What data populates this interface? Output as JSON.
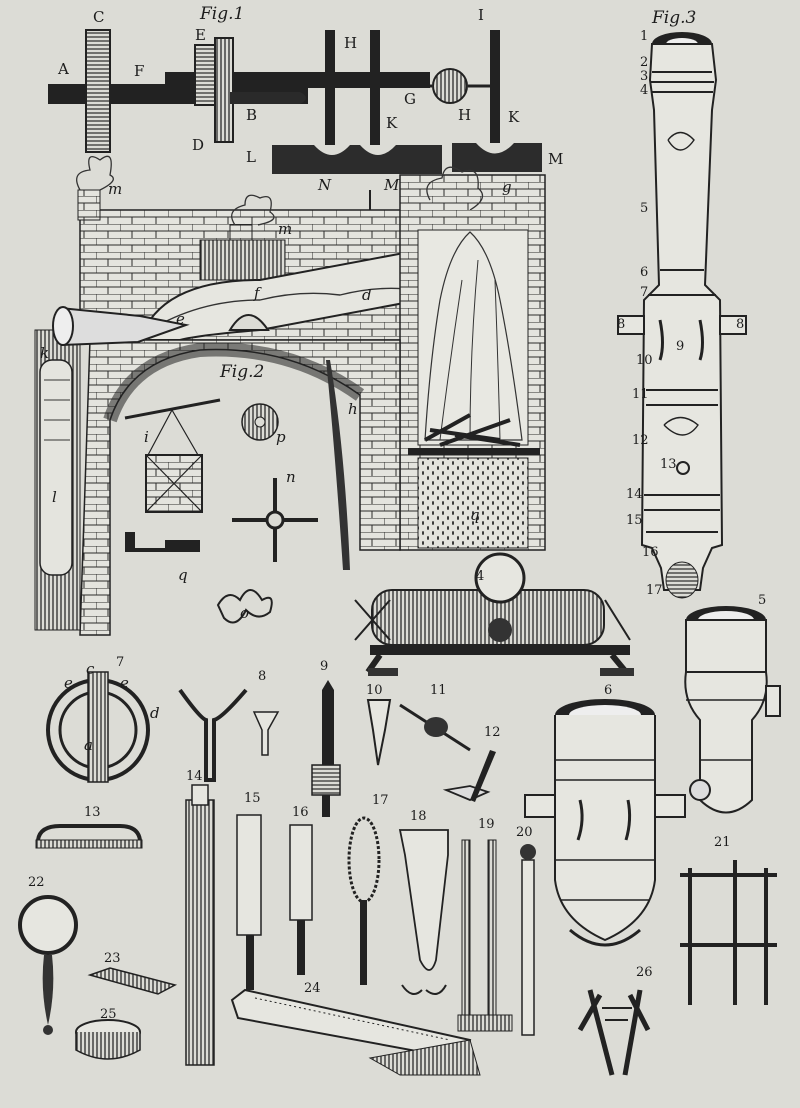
{
  "figure_titles": {
    "fig1": "Fig.1",
    "fig2": "Fig.2",
    "fig3": "Fig.3"
  },
  "fig1_letters": {
    "A": "A",
    "B": "B",
    "C": "C",
    "D": "D",
    "E": "E",
    "F": "F",
    "G": "G",
    "H1": "H",
    "H2": "H",
    "I": "I",
    "K1": "K",
    "K2": "K",
    "L": "L",
    "M1": "M",
    "M2": "M",
    "N": "N",
    "g": "g"
  },
  "fig2_letters": {
    "m1": "m",
    "m2": "m",
    "f": "f",
    "d": "d",
    "e": "e",
    "k": "k",
    "l": "l",
    "h": "h",
    "i": "i",
    "p": "p",
    "n": "n",
    "q1": "q",
    "q2": "q",
    "o": "o"
  },
  "fig3_numbers": [
    "1",
    "2",
    "3",
    "4",
    "5",
    "6",
    "7",
    "8",
    "8",
    "9",
    "10",
    "11",
    "12",
    "13",
    "14",
    "15",
    "16",
    "17"
  ],
  "tool_numbers": {
    "t4": "4",
    "t5": "5",
    "t6": "6",
    "t7": "7",
    "t8": "8",
    "t9": "9",
    "t10": "10",
    "t11": "11",
    "t12": "12",
    "t13": "13",
    "t14": "14",
    "t15": "15",
    "t16": "16",
    "t17": "17",
    "t18": "18",
    "t19": "19",
    "t20": "20",
    "t21": "21",
    "t22": "22",
    "t23": "23",
    "t24": "24",
    "t25": "25",
    "t26": "26"
  },
  "fig7_letters": {
    "c": "c",
    "e1": "e",
    "e2": "e",
    "d": "d",
    "a": "a"
  },
  "colors": {
    "paper": "#dcdcd6",
    "ink": "#1c1c1c",
    "hatch": "#3a3a3a"
  }
}
